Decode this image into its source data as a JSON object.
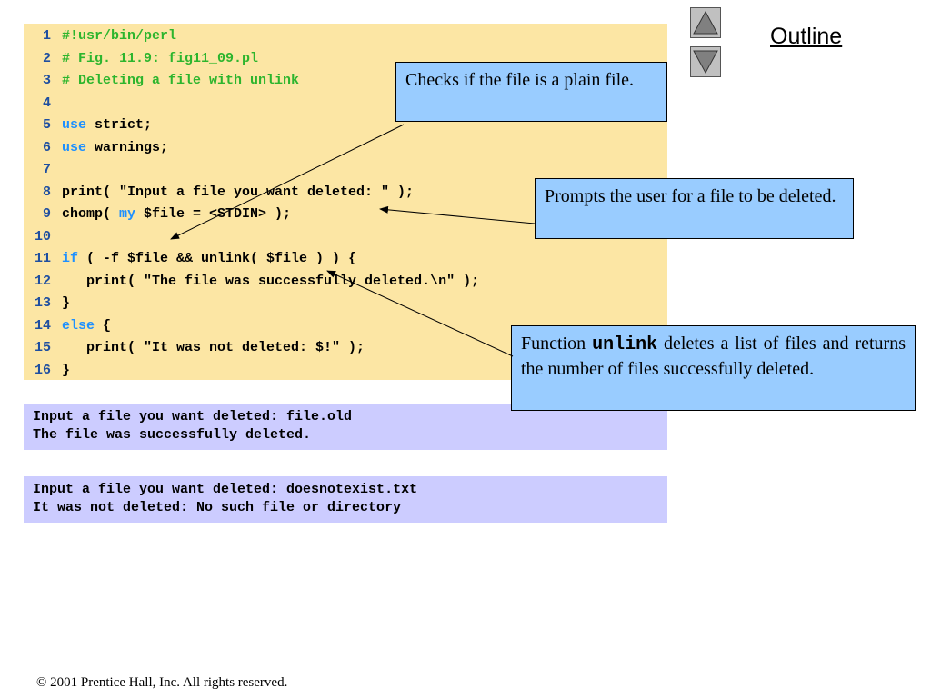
{
  "code": {
    "lines": [
      {
        "n": "1",
        "parts": [
          {
            "t": "#!usr/bin/perl",
            "c": "cm"
          }
        ]
      },
      {
        "n": "2",
        "parts": [
          {
            "t": "# Fig. 11.9: fig11_09.pl",
            "c": "cm"
          }
        ]
      },
      {
        "n": "3",
        "parts": [
          {
            "t": "# Deleting a file with unlink",
            "c": "cm"
          }
        ]
      },
      {
        "n": "4",
        "parts": []
      },
      {
        "n": "5",
        "parts": [
          {
            "t": "use",
            "c": "kw"
          },
          {
            "t": " strict;",
            "c": ""
          }
        ]
      },
      {
        "n": "6",
        "parts": [
          {
            "t": "use",
            "c": "kw"
          },
          {
            "t": " warnings;",
            "c": ""
          }
        ]
      },
      {
        "n": "7",
        "parts": []
      },
      {
        "n": "8",
        "parts": [
          {
            "t": "print( \"Input a file you want deleted: \" );",
            "c": ""
          }
        ]
      },
      {
        "n": "9",
        "parts": [
          {
            "t": "chomp( ",
            "c": ""
          },
          {
            "t": "my",
            "c": "kw"
          },
          {
            "t": " $file = <STDIN> );",
            "c": ""
          }
        ]
      },
      {
        "n": "10",
        "parts": []
      },
      {
        "n": "11",
        "parts": [
          {
            "t": "if",
            "c": "kw"
          },
          {
            "t": " ( -f $file && unlink( $file ) ) {",
            "c": ""
          }
        ]
      },
      {
        "n": "12",
        "parts": [
          {
            "t": "   print( \"The file was successfully deleted.\\n\" );",
            "c": ""
          }
        ]
      },
      {
        "n": "13",
        "parts": [
          {
            "t": "}",
            "c": ""
          }
        ]
      },
      {
        "n": "14",
        "parts": [
          {
            "t": "else",
            "c": "kw"
          },
          {
            "t": " {",
            "c": ""
          }
        ]
      },
      {
        "n": "15",
        "parts": [
          {
            "t": "   print( \"It was not deleted: $!\" );",
            "c": ""
          }
        ]
      },
      {
        "n": "16",
        "parts": [
          {
            "t": "}",
            "c": ""
          }
        ]
      }
    ]
  },
  "output1": {
    "line1": "Input a file you want deleted: file.old",
    "line2": "The file was successfully deleted."
  },
  "output2": {
    "line1": "Input a file you want deleted: doesnotexist.txt",
    "line2": "It was not deleted: No such file or directory"
  },
  "callouts": {
    "plain_file": "Checks if the file is a plain file.",
    "prompt": "Prompts the user for a file to be deleted.",
    "unlink_pre": "Function ",
    "unlink_code": "unlink",
    "unlink_post": " deletes a list of files and returns the number of files successfully deleted."
  },
  "nav": {
    "outline_label": "Outline",
    "up_icon": "triangle-up-icon",
    "down_icon": "triangle-down-icon"
  },
  "footer": {
    "copyright": "© 2001 Prentice Hall, Inc.  All rights reserved."
  },
  "colors": {
    "code_bg": "#fce6a4",
    "output_bg": "#ccccff",
    "callout_bg": "#99ccff",
    "keyword": "#1e90ff",
    "comment": "#2db52d",
    "line_number": "#1f4fa0"
  }
}
